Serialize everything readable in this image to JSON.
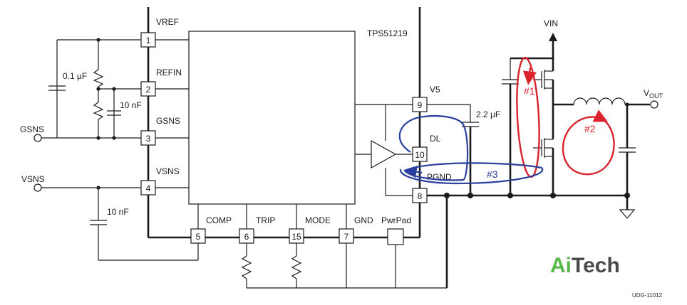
{
  "ic": {
    "name": "TPS51219"
  },
  "pins": {
    "p1": "1",
    "p2": "2",
    "p3": "3",
    "p4": "4",
    "p5": "5",
    "p6": "6",
    "p15": "15",
    "p7": "7",
    "p9": "9",
    "p10": "10",
    "p8": "8"
  },
  "signals": {
    "vref": "VREF",
    "refin": "REFIN",
    "gsns": "GSNS",
    "vsns": "VSNS",
    "comp": "COMP",
    "trip": "TRIP",
    "mode": "MODE",
    "gnd": "GND",
    "pwrpad": "PwrPad",
    "v5": "V5",
    "dl": "DL",
    "pgnd": "PGND",
    "vin": "VIN",
    "vout_main": "V",
    "vout_sub": "OUT"
  },
  "ports": {
    "gsns": "GSNS",
    "vsns": "VSNS"
  },
  "components": {
    "c_vref": "0.1 μF",
    "c_refin": "10 nF",
    "c_vsns": "10 nF",
    "c_v5": "2.2 μF"
  },
  "loops": {
    "loop1": {
      "label": "#1",
      "color": "#d9232d"
    },
    "loop2": {
      "label": "#2",
      "color": "#d9232d"
    },
    "loop3": {
      "label": "#3",
      "color": "#2b3f9e"
    }
  },
  "figure_id": "UDG-11012",
  "watermark": {
    "part1": "Ai",
    "part2": "Tech"
  },
  "colors": {
    "wire": "#1a1a1a",
    "loop_red": "#d9232d",
    "loop_blue": "#2b3f9e",
    "brand_green": "#56b948",
    "brand_gray": "#4a4a4a"
  }
}
